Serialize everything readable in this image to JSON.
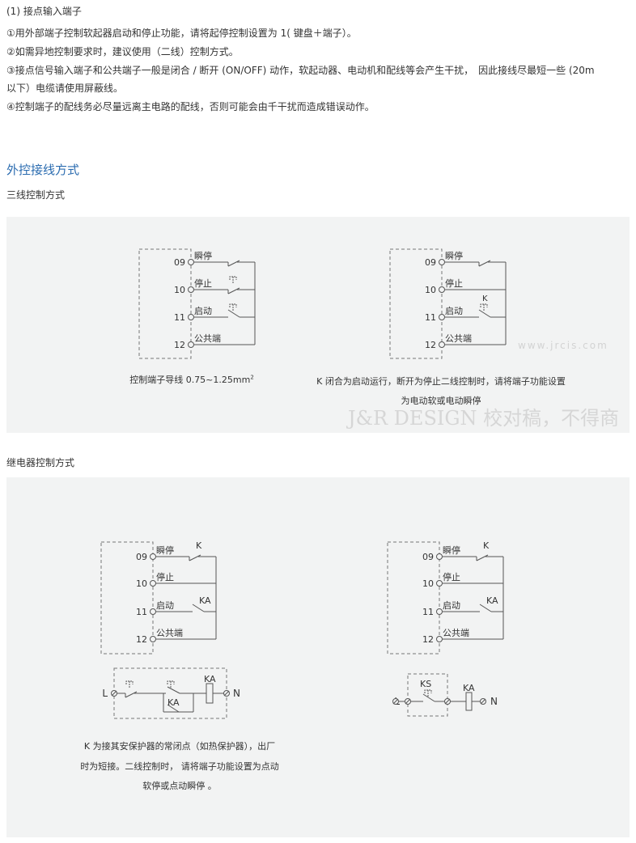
{
  "intro": {
    "lines": [
      "(1) 接点输入端子",
      "①用外部端子控制软起器启动和停止功能，请将起停控制设置为 1( 键盘＋端子）。",
      "②如需异地控制要求时，建议使用（二线）控制方式。",
      "③接点信号输入端子和公共端子一般是闭合 / 断开 (ON/OFF) 动作，软起动器、电动机和配线等会产生干扰，　因此接线尽最短一些 (20m",
      "以下）电缆请使用屏蔽线。",
      "④控制端子的配线务必尽量远离主电路的配线，否则可能会由千干扰而造成错误动作。"
    ]
  },
  "section_title": "外控接线方式",
  "three_wire": {
    "title": "三线控制方式",
    "terminals": [
      {
        "num": "09",
        "name": "瞬停"
      },
      {
        "num": "10",
        "name": "停止"
      },
      {
        "num": "11",
        "name": "启动"
      },
      {
        "num": "12",
        "name": "公共端"
      }
    ],
    "caption_left": "控制端子导线 0.75~1.25mm",
    "caption_left_sup": "2",
    "caption_right": [
      "K 闭合为启动运行，断开为停止二线控制时，请将端子功能设置",
      "为电动软或电动瞬停"
    ],
    "switch_k": "K"
  },
  "relay": {
    "title": "继电器控制方式",
    "k": "K",
    "ka": "KA",
    "ks": "KS",
    "l": "L",
    "n": "N",
    "caption": [
      "K 为接其安保护器的常闭点（如热保护器），出厂",
      "时为短接。二线控制时， 请将端子功能设置为点动",
      "软停或点动瞬停 。"
    ]
  },
  "watermark": {
    "brand": "J&R DESIGN 校对稿，不得商",
    "url": "www.jrcis.com"
  }
}
